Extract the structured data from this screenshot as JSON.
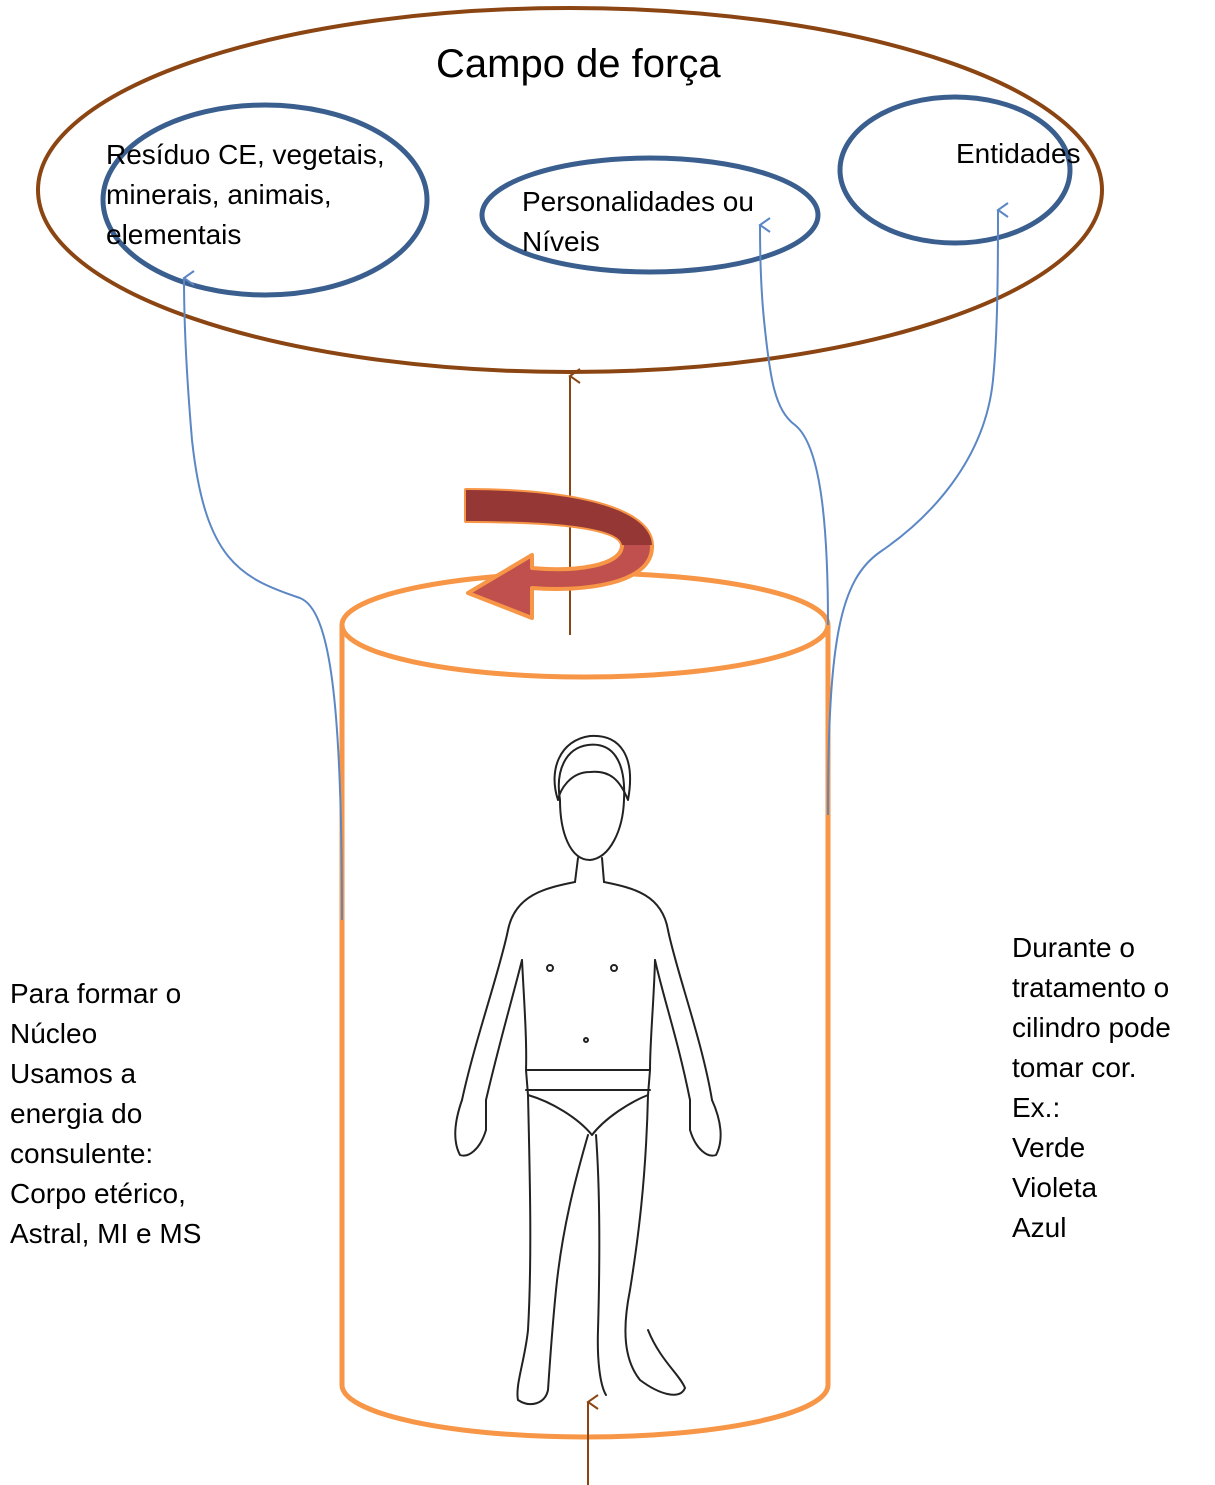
{
  "diagram": {
    "title": "Campo de força",
    "groups": [
      {
        "id": "residuo",
        "lines": [
          "Resíduo CE, vegetais,",
          "minerais, animais,",
          "elementais"
        ]
      },
      {
        "id": "personalidades",
        "lines": [
          "Personalidades ou",
          "Níveis"
        ]
      },
      {
        "id": "entidades",
        "lines": [
          "Entidades"
        ]
      }
    ],
    "left_note": [
      "Para formar o",
      "Núcleo",
      "Usamos a",
      "energia do",
      "consulente:",
      "Corpo etérico,",
      "Astral, MI e MS"
    ],
    "right_note": [
      "Durante o",
      "tratamento o",
      "cilindro pode",
      "tomar cor.",
      "Ex.:",
      "Verde",
      "Violeta",
      "Azul"
    ]
  },
  "colors": {
    "outer_ellipse": "#8B4513",
    "inner_ellipses": "#3A5F8F",
    "connectors": "#5B87C5",
    "cylinder": "#F79646",
    "rotation_arrow_fill": "#C0504D",
    "rotation_arrow_stroke": "#F79646",
    "vertical_arrows": "#8B4513"
  }
}
